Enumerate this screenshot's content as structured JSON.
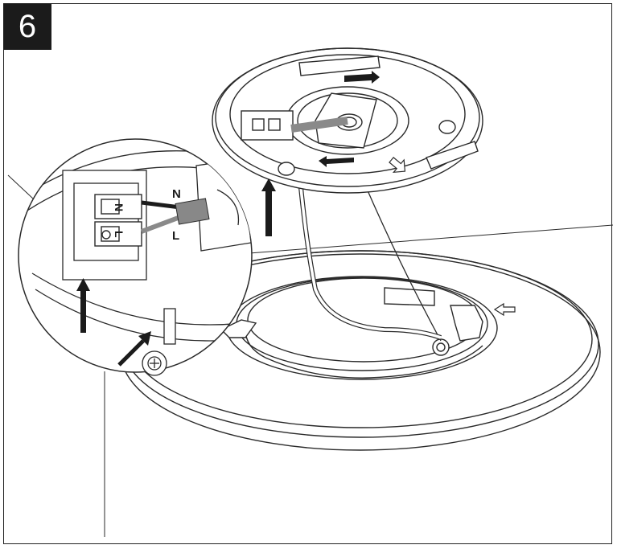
{
  "step": {
    "number": "6"
  },
  "wiring": {
    "neutral_label": "N",
    "live_label": "L",
    "terminal_n": "N",
    "terminal_l": "L"
  },
  "colors": {
    "ink": "#1b1b1b",
    "line": "#2a2a2a",
    "grey_wire": "#8a8a8a",
    "fill": "#ffffff"
  }
}
